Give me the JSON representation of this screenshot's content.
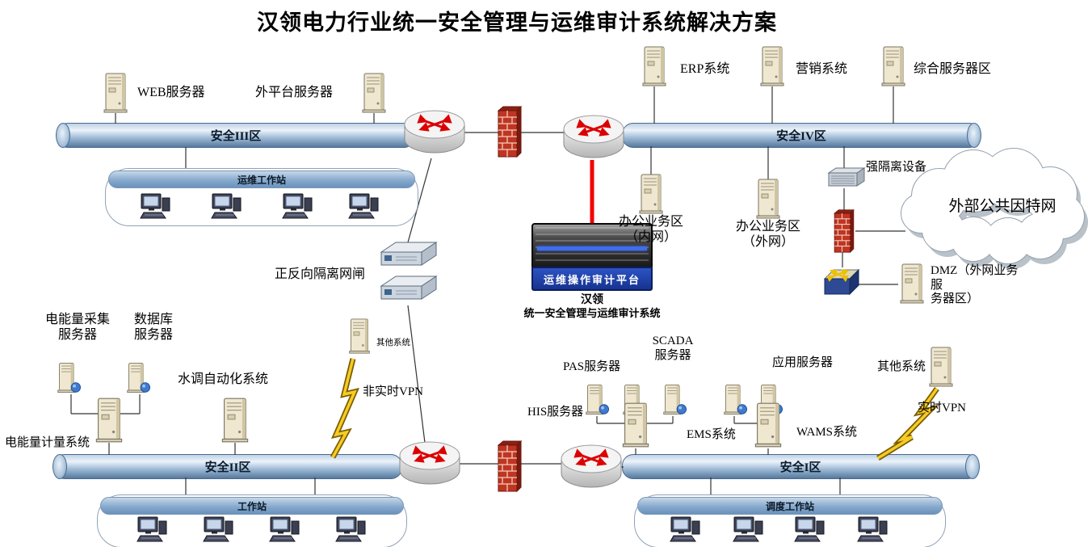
{
  "title": "汉领电力行业统一安全管理与运维审计系统解决方案",
  "zones": {
    "zone3": "安全III区",
    "zone4": "安全IV区",
    "zone2": "安全II区",
    "zone1": "安全I区"
  },
  "containers": {
    "ops_workstation": "运维工作站",
    "workstation": "工作站",
    "dispatch_workstation": "调度工作站"
  },
  "nodes": {
    "web_server": "WEB服务器",
    "external_platform_server": "外平台服务器",
    "erp_system": "ERP系统",
    "marketing_system": "营销系统",
    "comprehensive_server_area": "综合服务器区",
    "office_intranet": "办公业务区\n（内网）",
    "office_extranet": "办公业务区\n（外网）",
    "strong_isolation_device": "强隔离设备",
    "internet_cloud": "外部公共因特网",
    "dmz": "DMZ（外网业务服\n务器区）",
    "isolation_gatekeeper": "正反向隔离网闸",
    "energy_collection_server": "电能量采集\n服务器",
    "database_server": "数据库\n服务器",
    "hydro_automation_system": "水调自动化系统",
    "energy_metering_system": "电能量计量系统",
    "other_system_left": "其他系统",
    "non_realtime_vpn": "非实时VPN",
    "pas_server": "PAS服务器",
    "scada_server": "SCADA\n服务器",
    "his_server": "HIS服务器",
    "ems_system": "EMS系统",
    "app_server": "应用服务器",
    "wams_system": "WAMS系统",
    "other_system_right": "其他系统",
    "realtime_vpn": "实时VPN"
  },
  "audit_platform": {
    "device_label": "运维操作审计平台",
    "brand": "汉领",
    "subtitle": "统一安全管理与运维审计系统"
  }
}
